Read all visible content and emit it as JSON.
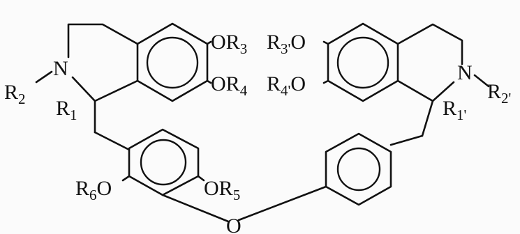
{
  "labels": {
    "r2": {
      "main": "R",
      "sub": "2"
    },
    "n_left": "N",
    "r1": {
      "main": "R",
      "sub": "1"
    },
    "or3": {
      "main": "OR",
      "sub": "3"
    },
    "or4": {
      "main": "OR",
      "sub": "4"
    },
    "r3p": {
      "main": "R",
      "sub": "3'",
      "tail": "O"
    },
    "r4p": {
      "main": "R",
      "sub": "4'",
      "tail": "O"
    },
    "n_right": "N",
    "r2p": {
      "main": "R",
      "sub": "2'"
    },
    "r1p": {
      "main": "R",
      "sub": "1'"
    },
    "r6": {
      "main": "R",
      "sub": "6",
      "tail": "O"
    },
    "or5": {
      "main": "OR",
      "sub": "5"
    },
    "bridge_o": "O"
  }
}
